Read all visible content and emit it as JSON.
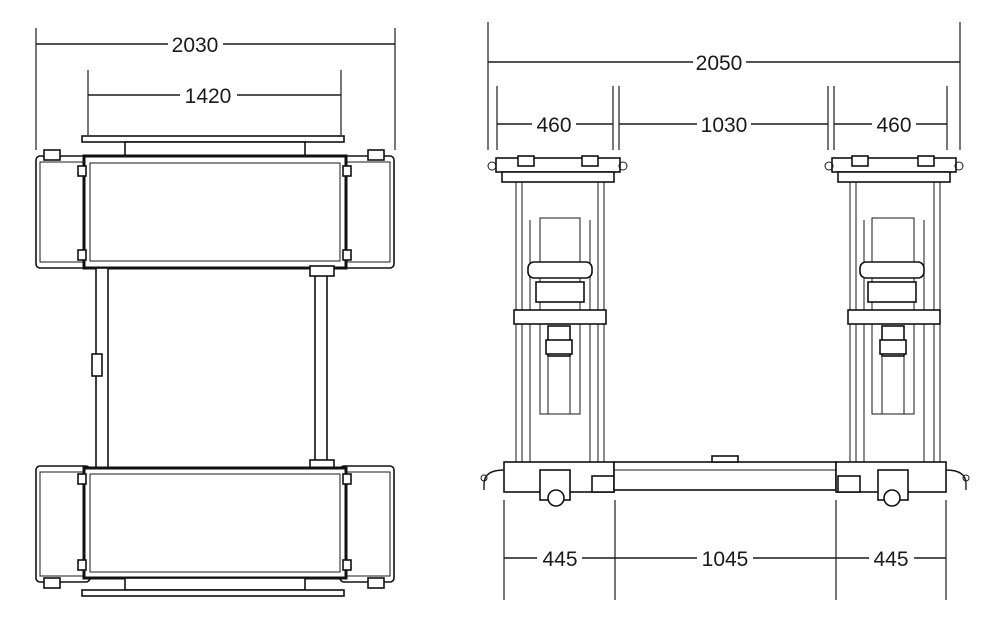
{
  "top_view": {
    "dim_overall": "2030",
    "dim_inner": "1420"
  },
  "front_view": {
    "dim_overall": "2050",
    "dim_top_left": "460",
    "dim_top_middle": "1030",
    "dim_top_right": "460",
    "dim_bottom_left": "445",
    "dim_bottom_middle": "1045",
    "dim_bottom_right": "445"
  }
}
